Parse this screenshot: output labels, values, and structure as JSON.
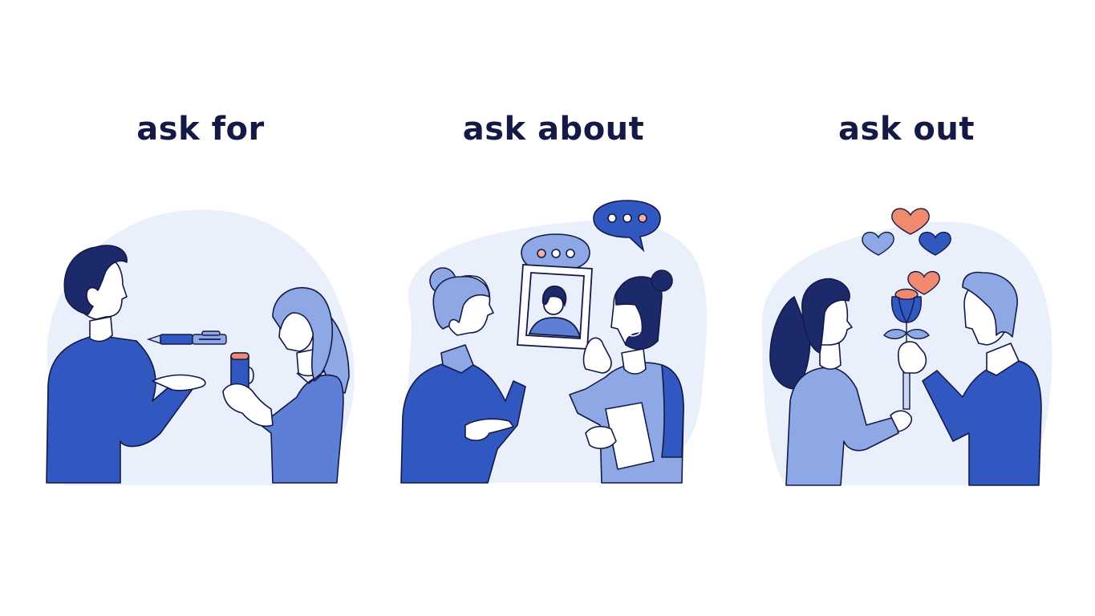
{
  "panels": [
    {
      "title": "ask for",
      "scene": "man reaching out open hand asking woman for a pen; woman holds a marker",
      "objects": [
        "pen-icon",
        "marker-icon"
      ]
    },
    {
      "title": "ask about",
      "scene": "woman and bearded man holding a framed portrait photo, speech bubbles above",
      "objects": [
        "speech-bubble-icon",
        "speech-bubble-icon",
        "photo-frame-icon",
        "paper-icon"
      ]
    },
    {
      "title": "ask out",
      "scene": "man offering a flower to a woman with hearts floating above",
      "objects": [
        "heart-icon",
        "heart-icon",
        "heart-icon",
        "heart-icon",
        "flower-icon"
      ]
    }
  ],
  "colors": {
    "title_text": "#141a45",
    "outline": "#141a45",
    "dark_navy": "#1c2a6b",
    "primary_blue": "#3157c0",
    "mid_blue": "#5d7fd6",
    "light_blue": "#8ea8e6",
    "pale_blue": "#c9d6f4",
    "blob_bg": "#eaf0fb",
    "accent_coral": "#f08a6f",
    "skin": "#ffffff"
  }
}
